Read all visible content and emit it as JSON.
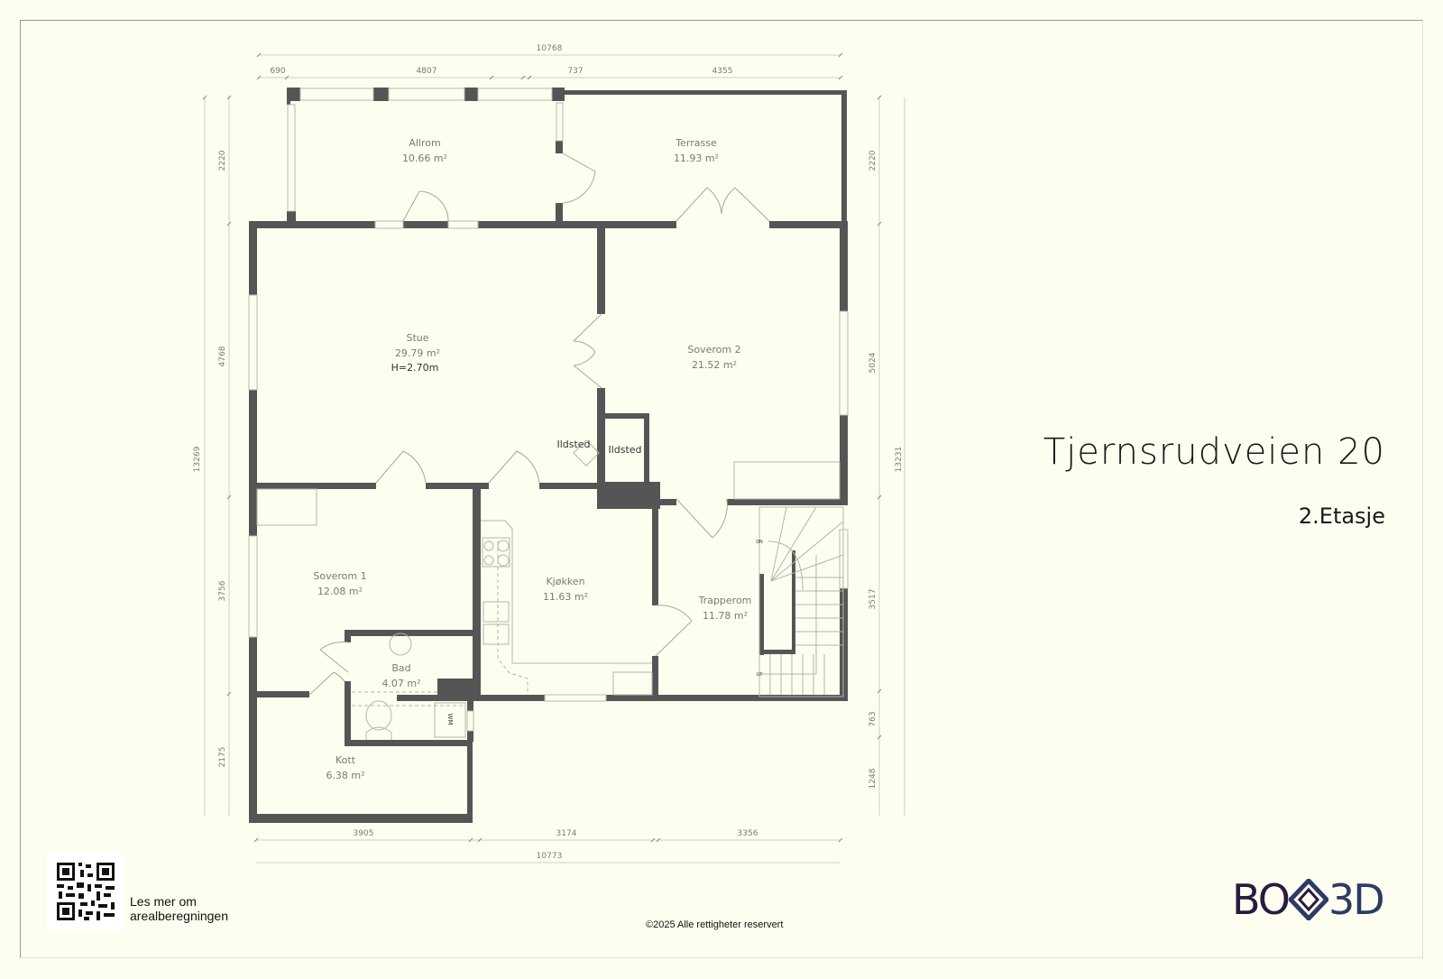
{
  "header": {
    "address": "Tjernsrudveien 20",
    "floor": "2.Etasje"
  },
  "rooms": [
    {
      "name": "Allrom",
      "area": "10.66 m²"
    },
    {
      "name": "Terrasse",
      "area": "11.93 m²"
    },
    {
      "name": "Stue",
      "area": "29.79 m²",
      "height": "H=2.70m"
    },
    {
      "name": "Soverom 2",
      "area": "21.52 m²"
    },
    {
      "name": "Soverom 1",
      "area": "12.08 m²"
    },
    {
      "name": "Kjøkken",
      "area": "11.63 m²"
    },
    {
      "name": "Trapperom",
      "area": "11.78 m²"
    },
    {
      "name": "Bad",
      "area": "4.07 m²"
    },
    {
      "name": "Kott",
      "area": "6.38 m²"
    }
  ],
  "labels": {
    "ildsted_1": "Ildsted",
    "ildsted_2": "Ildsted",
    "wm": "WM",
    "stair_dn": "DN",
    "stair_up": "UP"
  },
  "dimensions": {
    "top_total": "10768",
    "top_segments": [
      "690",
      "4807",
      "737",
      "4355"
    ],
    "left_total": "13269",
    "left_segments": [
      "2220",
      "4768",
      "3756",
      "2175"
    ],
    "right_total": "13231",
    "right_segments": [
      "2220",
      "5024",
      "3517",
      "763",
      "1248"
    ],
    "bottom_segments": [
      "3905",
      "3174",
      "3356"
    ],
    "bottom_total": "10773"
  },
  "footer": {
    "qr_caption_line1": "Les mer om",
    "qr_caption_line2": "arealberegningen",
    "copyright": "©2025 Alle rettigheter reservert"
  },
  "logo": {
    "left": "BO",
    "right": "3D",
    "color_left": "#2a1a3e",
    "color_right": "#2e3a66"
  },
  "colors": {
    "background": "#fefef0",
    "wall": "#555555",
    "text": "#7a7a72"
  }
}
